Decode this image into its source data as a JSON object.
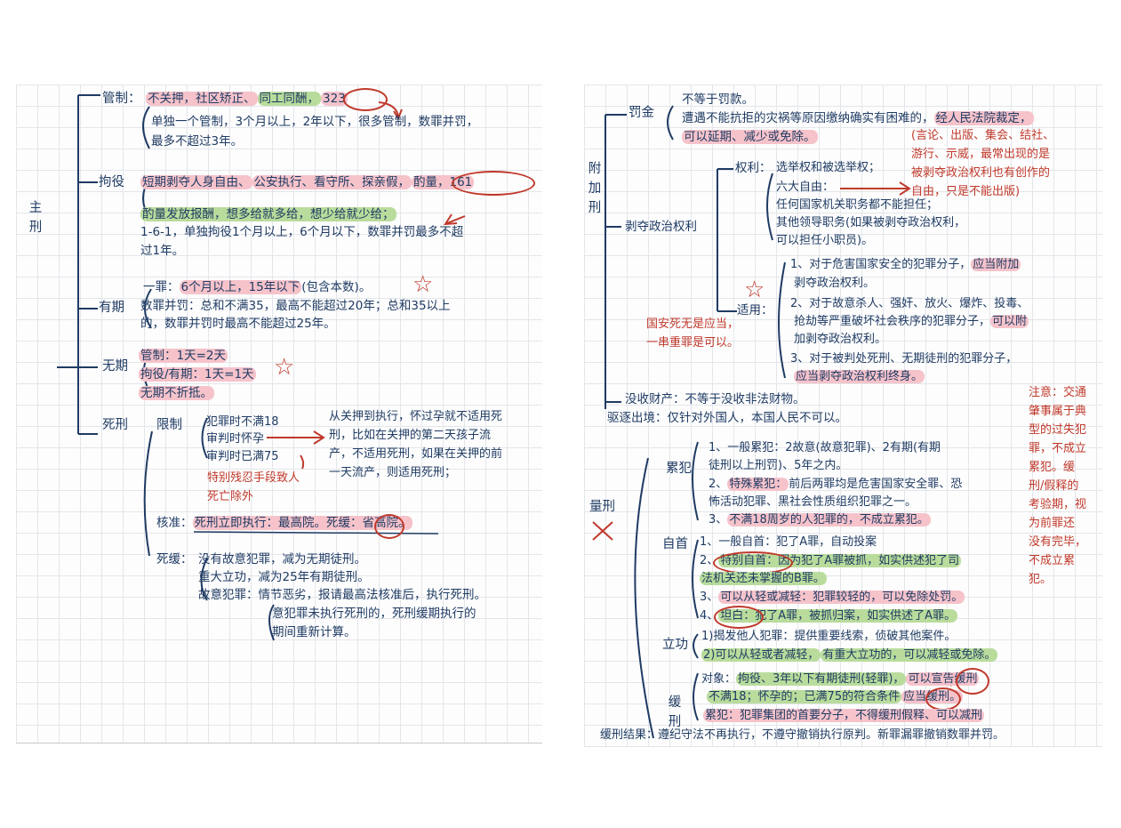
{
  "left": {
    "main_label": "主刑",
    "guanzhi": {
      "label": "管制：",
      "l1a": "不关押，社区矫正、",
      "l1b": "同工同酬，",
      "l1c": "323",
      "l2": "单独一个管制，3个月以上，2年以下，很多管制，数罪并罚，",
      "l3": "最多不超过3年。"
    },
    "juyi": {
      "label": "拘役",
      "l1a": "短期剥夺人身自由、",
      "l1b": "公安执行、看守所、探亲假，",
      "l1c": "酌量，161",
      "l2": "酌量发放报酬，想多给就多给，想少给就少给；",
      "l3": "1-6-1，单独拘役1个月以上，6个月以下，数罪并罚最多不超",
      "l4": "过1年。"
    },
    "youqi": {
      "label": "有期",
      "l1a": "一罪：",
      "l1b": "6个月以上，15年以下",
      "l1c": "(包含本数)。",
      "l2": "数罪并罚：总和不满35，最高不能超过20年；总和35以上",
      "l3": "的，数罪并罚时最高不能超过25年。"
    },
    "wuqi": {
      "label": "无期",
      "l1": "管制：1天=2天",
      "l2": "拘役/有期：1天=1天",
      "l3": "无期不折抵。"
    },
    "sixing": {
      "label": "死刑",
      "xianzhi": "限制",
      "c1": "犯罪时不满18",
      "c2": "审判时怀孕",
      "c3": "审判时已满75",
      "c4a": "特别残忍手段致人",
      "c4b": "死亡除外",
      "note1": "从关押到执行，怀过孕就不适用死",
      "note2": "刑，比如在关押的第二天孩子流",
      "note3": "产，不适用死刑，如果在关押的前",
      "note4": "一天流产，则适用死刑；",
      "hezhun_label": "核准：",
      "hezhun_text": "死刑立即执行：最高院。死缓：省高院。",
      "sihuan_label": "死缓：",
      "s1": "没有故意犯罪，减为无期徒刑。",
      "s2": "重大立功，减为25年有期徒刑。",
      "s3a": "故意犯罪：",
      "s3b": "情节恶劣，报请最高法核准后，执行死刑。",
      "s4": "意犯罪未执行死刑的，死刑缓期执行的",
      "s5": "期间重新计算。"
    }
  },
  "right": {
    "fujia_label": "附加刑",
    "fajin": {
      "label": "罚金",
      "l1": "不等于罚款。",
      "l2a": "遭遇不能抗拒的灾祸等原因缴纳确实有困难的，",
      "l2b": "经人民法院裁定，",
      "l3": "可以延期、减少或免除。"
    },
    "boduo": {
      "label": "剥夺政治权利",
      "quanli": "权利：",
      "q1": "选举权和被选举权；",
      "q2": "六大自由：",
      "q3": "任何国家机关职务都不能担任；",
      "q4": "其他领导职务(如果被剥夺政治权利，",
      "q5": "可以担任小职员)。",
      "freedom_note": [
        "(言论、出版、集会、结社、",
        "游行、示威，最常出现的是",
        "被剥夺政治权利也有创作的",
        "自由，只是不能出版)"
      ],
      "shiyong": "适用：",
      "a1a": "1、对于危害国家安全的犯罪分子，",
      "a1b": "应当附加",
      "a1c": "剥夺政治权利。",
      "a2a": "2、对于故意杀人、强奸、放火、爆炸、投毒、",
      "a2b": "抢劫等严重破坏社会秩序的犯罪分子，",
      "a2c": "可以附",
      "a2d": "加剥夺政治权利。",
      "a3a": "3、对于被判处死刑、无期徒刑的犯罪分子，",
      "a3b": "应当剥夺政治权利终身。",
      "red_note1": "国安死无是应当，",
      "red_note2": "一串重罪是可以。"
    },
    "moshou": "没收财产：不等于没收非法财物。",
    "quzhu": "驱逐出境：仅针对外国人，本国人民不可以。",
    "side_note": [
      "注意：交通",
      "肇事属于典",
      "型的过失犯",
      "罪，不成立",
      "累犯。缓",
      "刑/假释的",
      "考验期，视",
      "为前罪还",
      "没有完毕，",
      "不成立累",
      "犯。"
    ],
    "liangxing_label": "量刑",
    "leifan": {
      "label": "累犯",
      "l1": "1、一般累犯：2故意(故意犯罪)、2有期(有期",
      "l2": "徒刑以上刑罚)、5年之内。",
      "l3a": "2、",
      "l3b": "特殊累犯：",
      "l3c": "前后两罪均是危害国家安全罪、恐",
      "l4": "怖活动犯罪、黑社会性质组织犯罪之一。",
      "l5a": "3、",
      "l5b": "不满18周岁的人犯罪的，不成立累犯。"
    },
    "zishou": {
      "label": "自首",
      "l1": "1、一般自首：犯了A罪，自动投案",
      "l2a": "2、",
      "l2b": "特别自首：因为犯了A罪被抓，如实供述犯了司",
      "l3": "法机关还未掌握的B罪。",
      "l4a": "3、",
      "l4b": "可以从轻或减轻：犯罪较轻的，可以免除处罚。",
      "l5a": "4、",
      "l5b": "坦白：犯了A罪，被抓归案，如实供述了A罪。"
    },
    "ligong": {
      "label": "立功",
      "l1": "1)揭发他人犯罪：提供重要线索，侦破其他案件。",
      "l2a": "2)可以从轻或者减轻，",
      "l2b": "有重大立功的，可以减轻或免除。"
    },
    "huanxing": {
      "label": "缓刑",
      "l1a": "对象：",
      "l1b": "拘役、3年以下有期徒刑(轻罪)，",
      "l1c": "可以宣告缓刑",
      "l2a": "不满18；怀孕的；已满75的符合条件",
      "l2b": "应当缓刑。",
      "l3": "累犯：犯罪集团的首要分子，不得缓刑假释、可以减刑",
      "result": "缓刑结果：遵纪守法不再执行，不遵守撤销执行原判。新罪漏罪撤销数罪并罚。"
    }
  }
}
